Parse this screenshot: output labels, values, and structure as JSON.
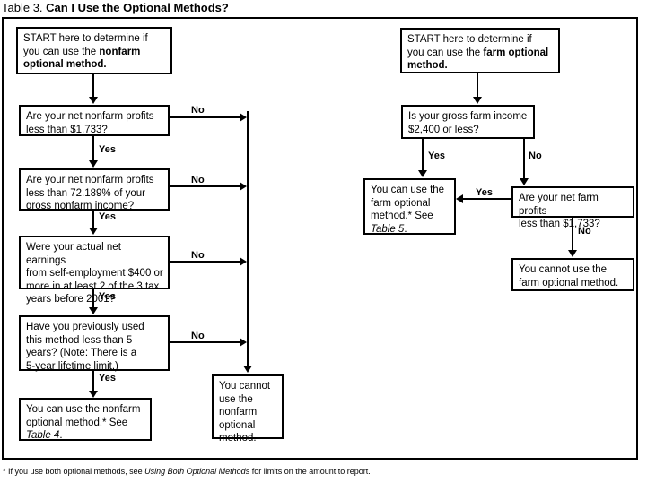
{
  "title": {
    "prefix": "Table 3.",
    "heading": "Can I Use the Optional Methods?"
  },
  "footnote": {
    "marker": "*",
    "text_before": " If you use both optional methods, see ",
    "italic": "Using Both Optional Methods",
    "text_after": " for limits on the amount to report."
  },
  "nonfarm_branch": {
    "start": {
      "line1": "START here to determine if",
      "line2_plain": "you can use the ",
      "line2_bold": "nonfarm",
      "line3_bold": "optional method."
    },
    "q1": {
      "line1": "Are your net nonfarm profits",
      "line2": "less than $1,733?"
    },
    "q2": {
      "line1": "Are your net nonfarm profits",
      "line2": "less than 72.189% of your",
      "line3": "gross nonfarm income?"
    },
    "q3": {
      "line1": "Were your actual net earnings",
      "line2": "from self-employment $400 or",
      "line3": "more in at least 2 of the 3 tax",
      "line4": "years before 2001?"
    },
    "q4": {
      "line1": "Have you previously used",
      "line2": "this method less than 5",
      "line3": "years? (Note: There is a",
      "line4": "5-year lifetime limit.)"
    },
    "result_yes": {
      "line1": "You can use the nonfarm",
      "line2": "optional method.* See",
      "line3_italic": "Table 4",
      "line3_after": "."
    },
    "result_no": {
      "line1": "You cannot",
      "line2": "use the",
      "line3": "nonfarm",
      "line4": "optional",
      "line5": "method."
    },
    "labels": {
      "yes1": "Yes",
      "yes2": "Yes",
      "yes3": "Yes",
      "yes4": "Yes",
      "no1": "No",
      "no2": "No",
      "no3": "No",
      "no4": "No"
    }
  },
  "farm_branch": {
    "start": {
      "line1": "START here to determine if",
      "line2_plain": "you can use the ",
      "line2_bold": "farm optional",
      "line3_bold": "method."
    },
    "q1": {
      "line1": "Is your gross farm income",
      "line2": "$2,400 or less?"
    },
    "q2": {
      "line1": "Are your net farm profits",
      "line2": "less than $1,733?"
    },
    "result_yes": {
      "line1": "You can use the",
      "line2": "farm optional",
      "line3": "method.* See",
      "line4_italic": "Table 5",
      "line4_after": "."
    },
    "result_no": {
      "line1": "You cannot use the",
      "line2": "farm optional method."
    },
    "labels": {
      "yes1": "Yes",
      "no1": "No",
      "yes2": "Yes",
      "no2": "No"
    }
  },
  "colors": {
    "ink": "#000000",
    "paper": "#ffffff"
  }
}
